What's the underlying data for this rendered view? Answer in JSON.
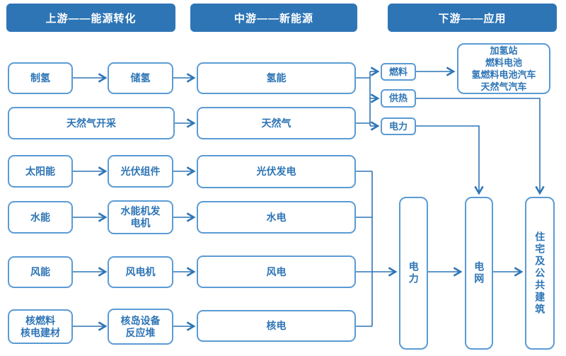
{
  "palette": {
    "header_bg": "#2E75B6",
    "header_text": "#FFFFFF",
    "node_border": "#5B9BD5",
    "node_text": "#2E75B6",
    "connector": "#2E75B6",
    "background": "#FFFFFF"
  },
  "diagram": {
    "headers": [
      {
        "id": "upstream",
        "label": "上游——能源转化"
      },
      {
        "id": "midstream",
        "label": "中游——新能源"
      },
      {
        "id": "downstream",
        "label": "下游——应用"
      }
    ],
    "nodes": [
      {
        "id": "hydrogen-production",
        "label": "制氢"
      },
      {
        "id": "hydrogen-storage",
        "label": "储氢"
      },
      {
        "id": "hydrogen-energy",
        "label": "氢能"
      },
      {
        "id": "natural-gas-mining",
        "label": "天然气开采"
      },
      {
        "id": "natural-gas",
        "label": "天然气"
      },
      {
        "id": "solar-energy",
        "label": "太阳能"
      },
      {
        "id": "pv-module",
        "label": "光伏组件"
      },
      {
        "id": "pv-power",
        "label": "光伏发电"
      },
      {
        "id": "hydro-energy",
        "label": "水能"
      },
      {
        "id": "hydro-generator",
        "label": "水能机发\n电机"
      },
      {
        "id": "hydro-power",
        "label": "水电"
      },
      {
        "id": "wind-energy",
        "label": "风能"
      },
      {
        "id": "wind-turbine",
        "label": "风电机"
      },
      {
        "id": "wind-power",
        "label": "风电"
      },
      {
        "id": "nuclear-fuel-materials",
        "label": "核燃料\n核电建材"
      },
      {
        "id": "nuclear-island-reactor",
        "label": "核岛设备\n反应堆"
      },
      {
        "id": "nuclear-power",
        "label": "核电"
      },
      {
        "id": "fuel",
        "label": "燃料"
      },
      {
        "id": "heating",
        "label": "供热"
      },
      {
        "id": "power-output",
        "label": "电力"
      },
      {
        "id": "hydrogen-applications",
        "label": "加氢站\n燃料电池\n氢燃料电池汽车\n天然气汽车"
      },
      {
        "id": "electric-power",
        "label": "电力"
      },
      {
        "id": "power-grid",
        "label": "电网"
      },
      {
        "id": "residential-public-buildings",
        "label": "住宅及公共建筑"
      }
    ],
    "edges": [
      {
        "from": "hydrogen-production",
        "to": "hydrogen-storage"
      },
      {
        "from": "hydrogen-storage",
        "to": "hydrogen-energy"
      },
      {
        "from": "natural-gas-mining",
        "to": "natural-gas"
      },
      {
        "from": "solar-energy",
        "to": "pv-module"
      },
      {
        "from": "pv-module",
        "to": "pv-power"
      },
      {
        "from": "hydro-energy",
        "to": "hydro-generator"
      },
      {
        "from": "hydro-generator",
        "to": "hydro-power"
      },
      {
        "from": "wind-energy",
        "to": "wind-turbine"
      },
      {
        "from": "wind-turbine",
        "to": "wind-power"
      },
      {
        "from": "nuclear-fuel-materials",
        "to": "nuclear-island-reactor"
      },
      {
        "from": "nuclear-island-reactor",
        "to": "nuclear-power"
      },
      {
        "from": "hydrogen-energy",
        "to": "fuel"
      },
      {
        "from": "hydrogen-energy",
        "to": "heating"
      },
      {
        "from": "hydrogen-energy",
        "to": "power-output"
      },
      {
        "from": "natural-gas",
        "to": "fuel"
      },
      {
        "from": "natural-gas",
        "to": "heating"
      },
      {
        "from": "natural-gas",
        "to": "power-output"
      },
      {
        "from": "fuel",
        "to": "hydrogen-applications"
      },
      {
        "from": "heating",
        "to": "residential-public-buildings"
      },
      {
        "from": "power-output",
        "to": "power-grid"
      },
      {
        "from": "pv-power",
        "to": "electric-power"
      },
      {
        "from": "hydro-power",
        "to": "electric-power"
      },
      {
        "from": "wind-power",
        "to": "electric-power"
      },
      {
        "from": "nuclear-power",
        "to": "electric-power"
      },
      {
        "from": "electric-power",
        "to": "power-grid"
      },
      {
        "from": "power-grid",
        "to": "residential-public-buildings"
      }
    ]
  }
}
